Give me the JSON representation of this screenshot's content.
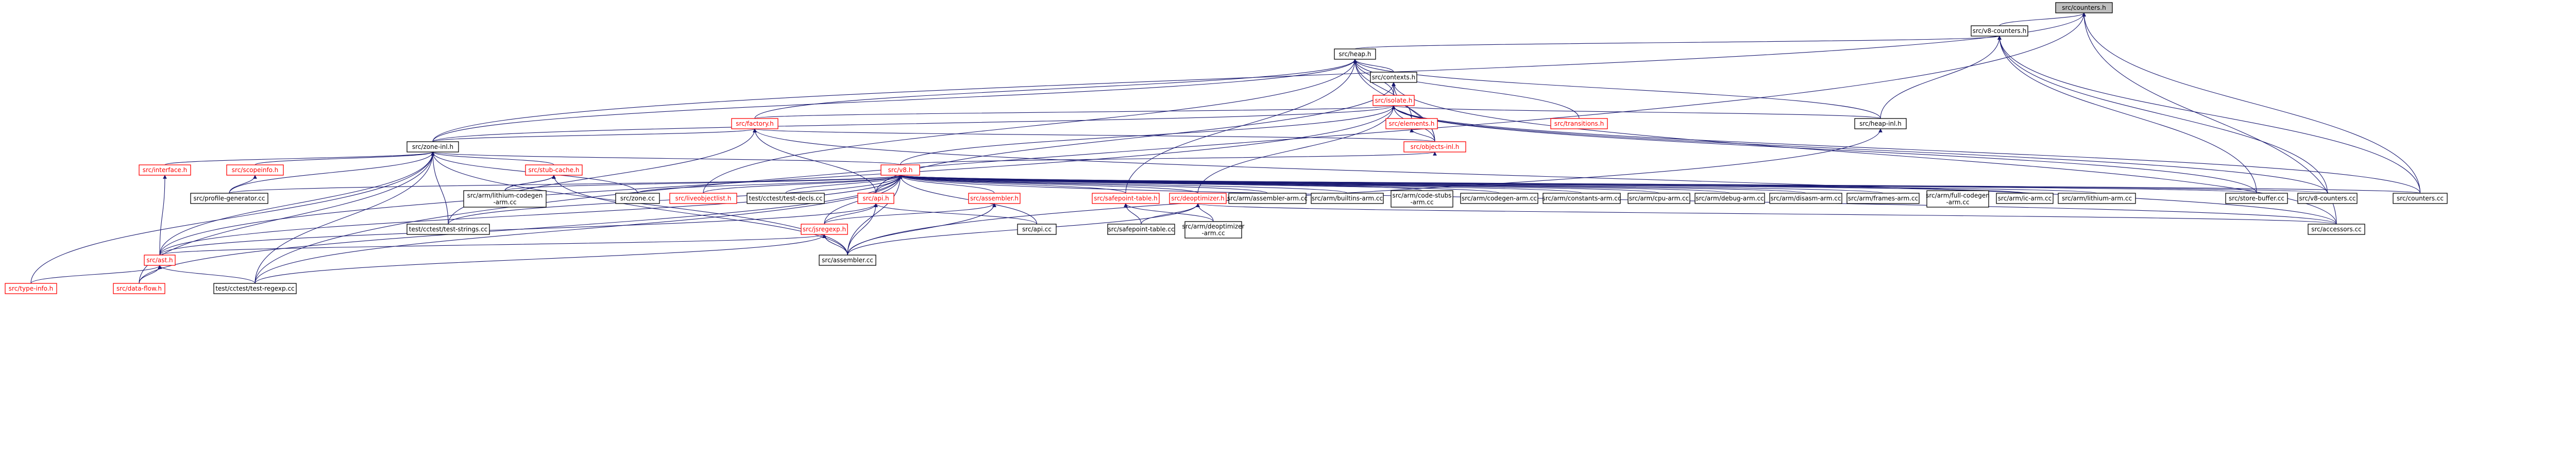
{
  "diagram": {
    "type": "include-dependency-graph",
    "root": "src/counters.h",
    "nodes": [
      {
        "id": "counters_h",
        "lines": [
          "src/counters.h"
        ],
        "kind": "root"
      },
      {
        "id": "v8counters_h",
        "lines": [
          "src/v8-counters.h"
        ],
        "kind": "normal"
      },
      {
        "id": "heap_h",
        "lines": [
          "src/heap.h"
        ],
        "kind": "normal"
      },
      {
        "id": "contexts_h",
        "lines": [
          "src/contexts.h"
        ],
        "kind": "normal"
      },
      {
        "id": "isolate_h",
        "lines": [
          "src/isolate.h"
        ],
        "kind": "red"
      },
      {
        "id": "factory_h",
        "lines": [
          "src/factory.h"
        ],
        "kind": "red"
      },
      {
        "id": "elements_h",
        "lines": [
          "src/elements.h"
        ],
        "kind": "red"
      },
      {
        "id": "transitions_h",
        "lines": [
          "src/transitions.h"
        ],
        "kind": "red"
      },
      {
        "id": "heapinl_h",
        "lines": [
          "src/heap-inl.h"
        ],
        "kind": "normal"
      },
      {
        "id": "objectsinl_h",
        "lines": [
          "src/objects-inl.h"
        ],
        "kind": "red"
      },
      {
        "id": "zoneinl_h",
        "lines": [
          "src/zone-inl.h"
        ],
        "kind": "normal"
      },
      {
        "id": "v8_h",
        "lines": [
          "src/v8.h"
        ],
        "kind": "red"
      },
      {
        "id": "interface_h",
        "lines": [
          "src/interface.h"
        ],
        "kind": "red"
      },
      {
        "id": "scopeinfo_h",
        "lines": [
          "src/scopeinfo.h"
        ],
        "kind": "red"
      },
      {
        "id": "stubcache_h",
        "lines": [
          "src/stub-cache.h"
        ],
        "kind": "red"
      },
      {
        "id": "profilegen_cc",
        "lines": [
          "src/profile-generator.cc"
        ],
        "kind": "normal"
      },
      {
        "id": "armlithium_cc",
        "lines": [
          "src/arm/lithium-codegen",
          "-arm.cc"
        ],
        "kind": "normal"
      },
      {
        "id": "zone_cc",
        "lines": [
          "src/zone.cc"
        ],
        "kind": "normal"
      },
      {
        "id": "liveobj_h",
        "lines": [
          "src/liveobjectlist.h"
        ],
        "kind": "red"
      },
      {
        "id": "testdecls_cc",
        "lines": [
          "test/cctest/test-decls.cc"
        ],
        "kind": "normal"
      },
      {
        "id": "api_h",
        "lines": [
          "src/api.h"
        ],
        "kind": "red"
      },
      {
        "id": "assembler_h",
        "lines": [
          "src/assembler.h"
        ],
        "kind": "red"
      },
      {
        "id": "safepoint_h",
        "lines": [
          "src/safepoint-table.h"
        ],
        "kind": "red"
      },
      {
        "id": "deoptimizer_h",
        "lines": [
          "src/deoptimizer.h"
        ],
        "kind": "red"
      },
      {
        "id": "armassembler_cc",
        "lines": [
          "src/arm/assembler-arm.cc"
        ],
        "kind": "normal"
      },
      {
        "id": "armbuiltins_cc",
        "lines": [
          "src/arm/builtins-arm.cc"
        ],
        "kind": "normal"
      },
      {
        "id": "armcodestubs_cc",
        "lines": [
          "src/arm/code-stubs",
          "-arm.cc"
        ],
        "kind": "normal"
      },
      {
        "id": "armcodegen_cc",
        "lines": [
          "src/arm/codegen-arm.cc"
        ],
        "kind": "normal"
      },
      {
        "id": "armconstants_cc",
        "lines": [
          "src/arm/constants-arm.cc"
        ],
        "kind": "normal"
      },
      {
        "id": "armcpu_cc",
        "lines": [
          "src/arm/cpu-arm.cc"
        ],
        "kind": "normal"
      },
      {
        "id": "armdebug_cc",
        "lines": [
          "src/arm/debug-arm.cc"
        ],
        "kind": "normal"
      },
      {
        "id": "armdisasm_cc",
        "lines": [
          "src/arm/disasm-arm.cc"
        ],
        "kind": "normal"
      },
      {
        "id": "armframes_cc",
        "lines": [
          "src/arm/frames-arm.cc"
        ],
        "kind": "normal"
      },
      {
        "id": "armfullcodegen_cc",
        "lines": [
          "src/arm/full-codegen",
          "-arm.cc"
        ],
        "kind": "normal"
      },
      {
        "id": "armic_cc",
        "lines": [
          "src/arm/ic-arm.cc"
        ],
        "kind": "normal"
      },
      {
        "id": "armlithiumarm_cc",
        "lines": [
          "src/arm/lithium-arm.cc"
        ],
        "kind": "normal"
      },
      {
        "id": "storebuffer_cc",
        "lines": [
          "src/store-buffer.cc"
        ],
        "kind": "normal"
      },
      {
        "id": "v8counters_cc",
        "lines": [
          "src/v8-counters.cc"
        ],
        "kind": "normal"
      },
      {
        "id": "counters_cc",
        "lines": [
          "src/counters.cc"
        ],
        "kind": "normal"
      },
      {
        "id": "teststrings_cc",
        "lines": [
          "test/cctest/test-strings.cc"
        ],
        "kind": "normal"
      },
      {
        "id": "regexp_h",
        "lines": [
          "src/jsregexp.h"
        ],
        "kind": "red"
      },
      {
        "id": "api_cc",
        "lines": [
          "src/api.cc"
        ],
        "kind": "normal"
      },
      {
        "id": "safepoint_cc",
        "lines": [
          "src/safepoint-table.cc"
        ],
        "kind": "normal"
      },
      {
        "id": "armdeopt_cc",
        "lines": [
          "src/arm/deoptimizer",
          "-arm.cc"
        ],
        "kind": "normal"
      },
      {
        "id": "accessors_cc",
        "lines": [
          "src/accessors.cc"
        ],
        "kind": "normal"
      },
      {
        "id": "ast_h",
        "lines": [
          "src/ast.h"
        ],
        "kind": "red"
      },
      {
        "id": "assembler_cc",
        "lines": [
          "src/assembler.cc"
        ],
        "kind": "normal"
      },
      {
        "id": "typeinfo_h",
        "lines": [
          "src/type-info.h"
        ],
        "kind": "red"
      },
      {
        "id": "dataflow_h",
        "lines": [
          "src/data-flow.h"
        ],
        "kind": "red"
      },
      {
        "id": "testregexp_cc",
        "lines": [
          "test/cctest/test-regexp.cc"
        ],
        "kind": "normal"
      }
    ]
  }
}
